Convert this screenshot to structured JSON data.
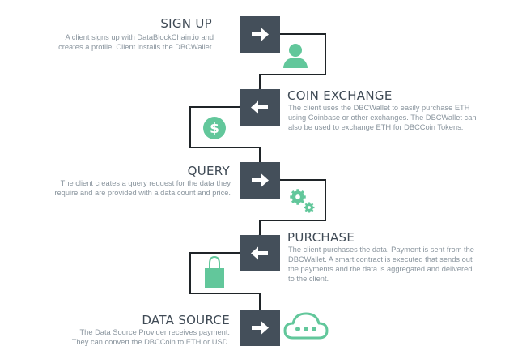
{
  "colors": {
    "box": "#444f5a",
    "line": "#1f2428",
    "accent": "#62c79b",
    "title": "#3f4a55",
    "description": "#8a959e"
  },
  "steps": [
    {
      "title": "SIGN UP",
      "direction": "right",
      "icon": "user-icon",
      "description": [
        "A client signs up with DataBlockChain.io and",
        "creates a profile. Client installs the DBCWallet."
      ]
    },
    {
      "title": "COIN EXCHANGE",
      "direction": "left",
      "icon": "dollar-coin-icon",
      "description": [
        "The client uses the DBCWallet to easily purchase ETH",
        "using Coinbase or other exchanges. The DBCWallet can",
        "also be used to exchange ETH for DBCCoin Tokens."
      ]
    },
    {
      "title": "QUERY",
      "direction": "right",
      "icon": "gears-icon",
      "description": [
        "The client creates a query request for the data they",
        "require and are provided with a data count and price."
      ]
    },
    {
      "title": "PURCHASE",
      "direction": "left",
      "icon": "shopping-bag-icon",
      "description": [
        "The client purchases the data. Payment is sent from the",
        "DBCWallet. A smart contract is executed that sends out",
        "the payments and the data is aggregated and delivered",
        "to the client."
      ]
    },
    {
      "title": "DATA SOURCE",
      "direction": "right",
      "icon": "cloud-icon",
      "description": [
        "The Data Source Provider receives payment.",
        "They can convert the DBCCoin to ETH or USD."
      ]
    }
  ]
}
